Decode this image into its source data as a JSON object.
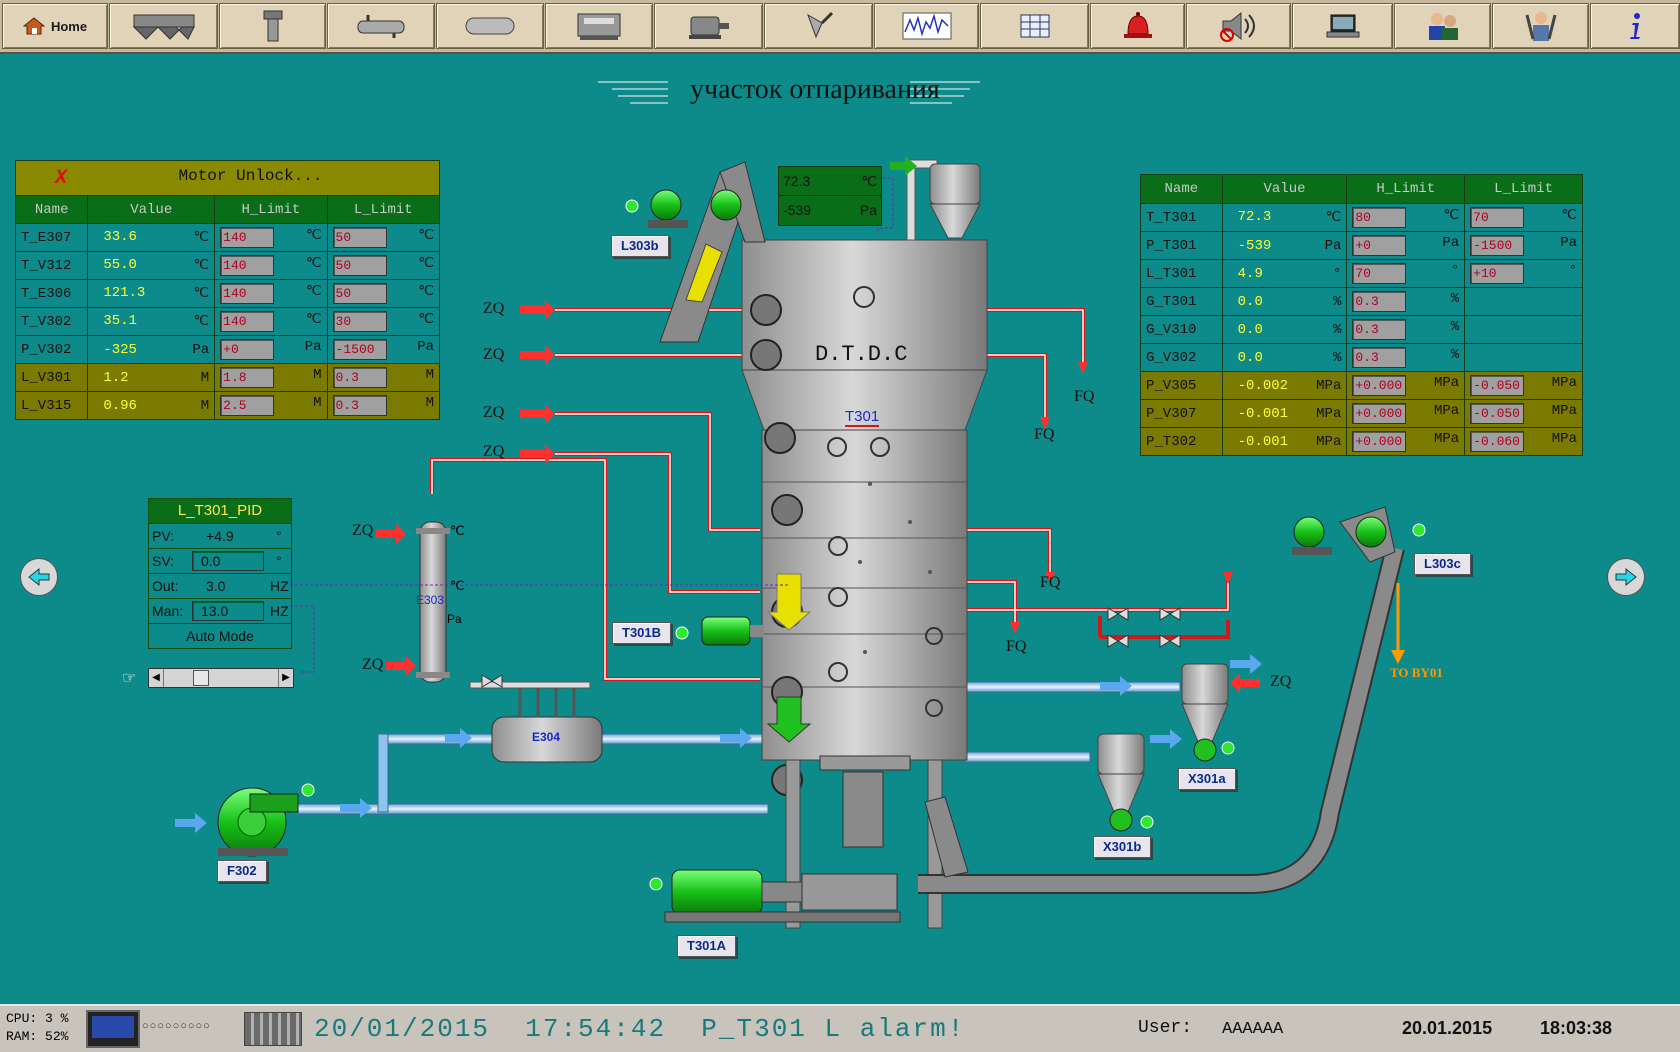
{
  "toolbar": {
    "home_label": "Home",
    "buttons": [
      "silo-icon",
      "tank-icon",
      "heat-exchanger-icon",
      "horizontal-tank-icon",
      "press-icon",
      "motor-icon",
      "valve-icon",
      "trend-icon",
      "table-icon",
      "alarm-bell-icon",
      "mute-speaker-icon",
      "computer-icon",
      "users-icon",
      "engineer-icon",
      "info-icon"
    ]
  },
  "title": "участок отпаривания",
  "left_table": {
    "motor_unlock": "Motor Unlock...",
    "headers": [
      "Name",
      "Value",
      "H_Limit",
      "L_Limit"
    ],
    "rows": [
      {
        "name": "T_E307",
        "value": "33.6",
        "unit": "℃",
        "h": "140",
        "l": "50",
        "style": "teal"
      },
      {
        "name": "T_V312",
        "value": "55.0",
        "unit": "℃",
        "h": "140",
        "l": "50",
        "style": "teal"
      },
      {
        "name": "T_E306",
        "value": "121.3",
        "unit": "℃",
        "h": "140",
        "l": "50",
        "style": "teal"
      },
      {
        "name": "T_V302",
        "value": "35.1",
        "unit": "℃",
        "h": "140",
        "l": "30",
        "style": "teal"
      },
      {
        "name": "P_V302",
        "value": "-325",
        "unit": "Pa",
        "h": "+0",
        "l": "-1500",
        "style": "teal"
      },
      {
        "name": "L_V301",
        "value": "1.2",
        "unit": "M",
        "h": "1.8",
        "l": "0.3",
        "style": "olive"
      },
      {
        "name": "L_V315",
        "value": "0.96",
        "unit": "M",
        "h": "2.5",
        "l": "0.3",
        "style": "olive"
      }
    ]
  },
  "right_table": {
    "headers": [
      "Name",
      "Value",
      "H_Limit",
      "L_Limit"
    ],
    "rows": [
      {
        "name": "T_T301",
        "value": "72.3",
        "unit": "℃",
        "h": "80",
        "l": "70",
        "style": "teal"
      },
      {
        "name": "P_T301",
        "value": "-539",
        "unit": "Pa",
        "h": "+0",
        "l": "-1500",
        "style": "teal"
      },
      {
        "name": "L_T301",
        "value": "4.9",
        "unit": "°",
        "h": "70",
        "l": "+10",
        "style": "teal"
      },
      {
        "name": "G_T301",
        "value": "0.0",
        "unit": "%",
        "h": "0.3",
        "l": "",
        "style": "teal"
      },
      {
        "name": "G_V310",
        "value": "0.0",
        "unit": "%",
        "h": "0.3",
        "l": "",
        "style": "teal"
      },
      {
        "name": "G_V302",
        "value": "0.0",
        "unit": "%",
        "h": "0.3",
        "l": "",
        "style": "teal"
      },
      {
        "name": "P_V305",
        "value": "-0.002",
        "unit": "MPa",
        "h": "+0.000",
        "l": "-0.050",
        "style": "olive"
      },
      {
        "name": "P_V307",
        "value": "-0.001",
        "unit": "MPa",
        "h": "+0.000",
        "l": "-0.050",
        "style": "olive"
      },
      {
        "name": "P_T302",
        "value": "-0.001",
        "unit": "MPa",
        "h": "+0.000",
        "l": "-0.060",
        "style": "olive"
      }
    ]
  },
  "top_readout": {
    "temp": "72.3",
    "temp_unit": "℃",
    "press": "-539",
    "press_unit": "Pa"
  },
  "pid": {
    "title": "L_T301_PID",
    "pv_label": "PV:",
    "pv": "+4.9",
    "pv_unit": "°",
    "sv_label": "SV:",
    "sv": "0.0",
    "sv_unit": "°",
    "out_label": "Out:",
    "out": "3.0",
    "out_unit": "HZ",
    "man_label": "Man:",
    "man": "13.0",
    "man_unit": "HZ",
    "mode": "Auto Mode",
    "slider_fraction": 0.3
  },
  "equipment": {
    "column_name": "D.T.D.C",
    "column_tag": "T301",
    "L303b": "L303b",
    "L303c": "L303c",
    "T301B": "T301B",
    "T301A": "T301A",
    "F302": "F302",
    "X301a": "X301a",
    "X301b": "X301b",
    "E303": "E303",
    "E304": "E304",
    "e303_unit1": "℃",
    "e303_unit2": "℃",
    "e303_unit3": "Pa",
    "to_by01": "TO BY01",
    "zq": "ZQ",
    "fq": "FQ"
  },
  "statusbar": {
    "cpu_label": "CPU:",
    "cpu": "3 %",
    "ram_label": "RAM:",
    "ram": "52%",
    "alarm_date": "20/01/2015",
    "alarm_time": "17:54:42",
    "alarm_text": "P_T301 L alarm!",
    "user_label": "User:",
    "user": "AAAAAA",
    "date": "20.01.2015",
    "time": "18:03:38"
  },
  "colors": {
    "background": "#0d8a8a",
    "header_green": "#0a6e18",
    "olive": "#7a7a00",
    "value_yellow": "#ffff30",
    "limit_red": "#b00020"
  }
}
